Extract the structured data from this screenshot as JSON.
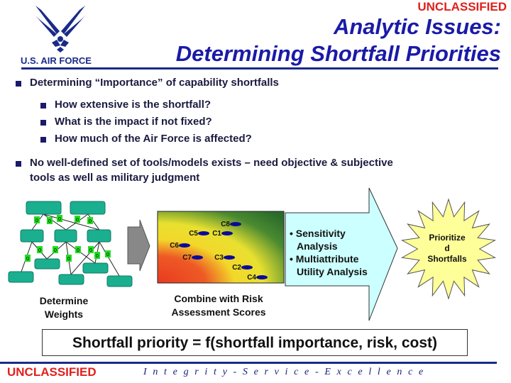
{
  "header": {
    "classification": "UNCLASSIFIED",
    "logo_text": "U.S. AIR FORCE",
    "title_line1": "Analytic Issues:",
    "title_line2": "Determining Shortfall Priorities"
  },
  "bullets": [
    {
      "text": "Determining “Importance” of capability shortfalls",
      "sub": [
        "How extensive is the shortfall?",
        "What is the impact if not fixed?",
        "How much of the Air Force is affected?"
      ]
    },
    {
      "text_line1": "No well-defined set of tools/models exists – need objective & subjective",
      "text_line2": "tools as well as military judgment"
    }
  ],
  "diagram": {
    "weights_label_1": "Determine",
    "weights_label_2": "Weights",
    "weight_value": "0",
    "risk_label_1": "Combine with Risk",
    "risk_label_2": "Assessment Scores",
    "risk_points": [
      "C8",
      "C5",
      "C1",
      "C6",
      "C7",
      "C3",
      "C2",
      "C4"
    ],
    "analysis_items": [
      "Sensitivity",
      "Analysis",
      "Multiattribute",
      "Utility Analysis"
    ],
    "result_label": [
      "Prioritize",
      "d",
      "Shortfalls"
    ],
    "colors": {
      "node": "#1aaf8f",
      "weight": "#22dd22",
      "arrow": "#ccffff",
      "burst": "#ffff99",
      "point": "#0a0a9a"
    }
  },
  "equation": "Shortfall priority = f(shortfall importance, risk, cost)",
  "footer": {
    "classification": "UNCLASSIFIED",
    "motto": "I n t e g r i t y  -  S e r v i c e  -  E x c e l l e n c e"
  }
}
